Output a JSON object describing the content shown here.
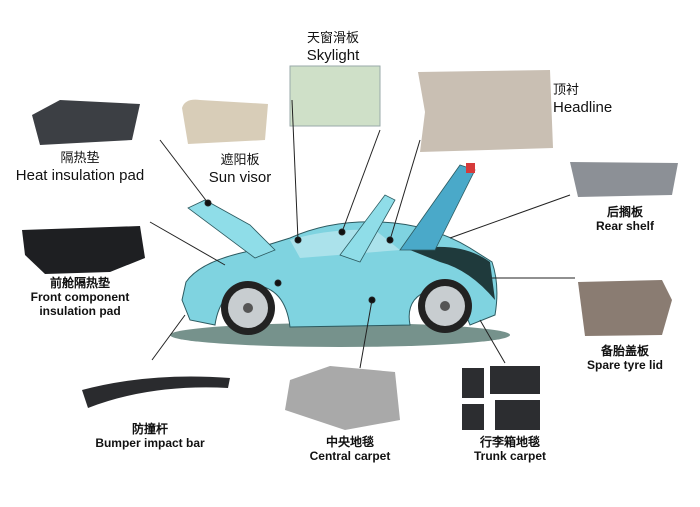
{
  "parts": [
    {
      "id": "skylight",
      "zh": "天窗滑板",
      "en": "Skylight"
    },
    {
      "id": "headline",
      "zh": "顶衬",
      "en": "Headline"
    },
    {
      "id": "heat-insulation-pad",
      "zh": "隔热垫",
      "en": "Heat insulation pad"
    },
    {
      "id": "sun-visor",
      "zh": "遮阳板",
      "en": "Sun visor"
    },
    {
      "id": "rear-shelf",
      "zh": "后搁板",
      "en": "Rear shelf"
    },
    {
      "id": "front-component-insulation-pad",
      "zh": "前舱隔热垫",
      "en": "Front component",
      "en2": "insulation  pad"
    },
    {
      "id": "spare-tyre-lid",
      "zh": "备胎盖板",
      "en": "Spare tyre lid"
    },
    {
      "id": "bumper-impact-bar",
      "zh": "防撞杆",
      "en": "Bumper impact bar"
    },
    {
      "id": "central-carpet",
      "zh": "中央地毯",
      "en": "Central carpet"
    },
    {
      "id": "trunk-carpet",
      "zh": "行李箱地毯",
      "en": "Trunk carpet"
    }
  ],
  "colors": {
    "car_body": "#7fd3e0",
    "car_dark": "#1f3a3c",
    "beige": "#d8cdb8",
    "headline": "#c9bfb3",
    "pad_dark": "#3c3f44",
    "shelf": "#8c9096",
    "lid": "#8a7c72",
    "skylight": "#cfe0c8"
  }
}
